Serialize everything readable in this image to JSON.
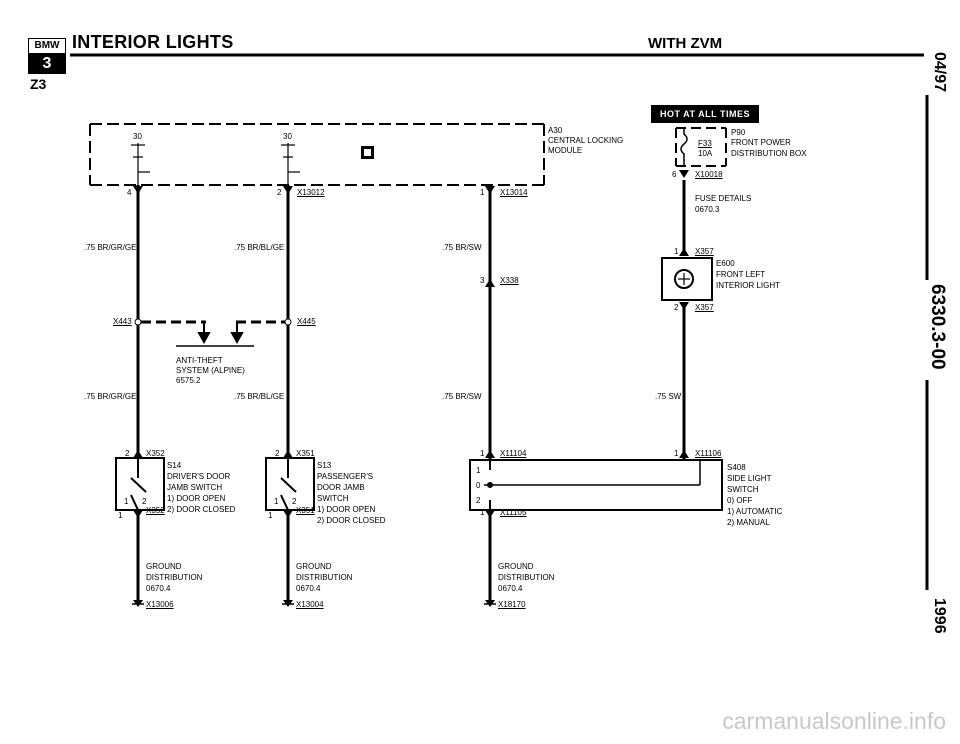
{
  "header": {
    "title": "INTERIOR LIGHTS",
    "subtitle": "WITH ZVM",
    "model": "Z3",
    "logo_text": "BMW",
    "logo_number": "3"
  },
  "sidebar": {
    "date": "04/97",
    "doc_number": "6330.3-00",
    "year": "1996"
  },
  "watermark": "carmanualsonline.info",
  "hot_label": "HOT AT ALL TIMES",
  "module": {
    "code": "A30",
    "line1": "CENTRAL LOCKING",
    "line2": "MODULE",
    "pin_a": "30",
    "pin_b": "30"
  },
  "connectors": {
    "p4": "4",
    "p2": "2",
    "p1": "1",
    "x13012": "X13012",
    "x13014": "X13014",
    "x443": "X443",
    "x445": "X445",
    "x338_pin": "3",
    "x338": "X338",
    "x352_top_pin": "2",
    "x352": "X352",
    "x352_bot_pin": "1",
    "x351_top_pin": "2",
    "x351": "X351",
    "x351_bot_pin": "1",
    "x11104_pin": "1",
    "x11104": "X11104",
    "x11105_pin": "1",
    "x11105": "X11105",
    "x11106_pin": "1",
    "x11106": "X11106",
    "x10018_pin": "6",
    "x10018": "X10018",
    "x357_top_pin": "1",
    "x357": "X357",
    "x357_bot_pin": "2",
    "x357b": "X357"
  },
  "wires": {
    "w1": ".75 BR/GR/GE",
    "w2": ".75 BR/BL/GE",
    "w3": ".75 BR/SW",
    "w4": ".75 BR/GR/GE",
    "w5": ".75 BR/BL/GE",
    "w6": ".75 BR/SW",
    "w7": ".75 SW"
  },
  "anti_theft": {
    "line1": "ANTI-THEFT",
    "line2": "SYSTEM (ALPINE)",
    "line3": "6575.2"
  },
  "s14": {
    "code": "S14",
    "line1": "DRIVER'S DOOR",
    "line2": "JAMB SWITCH",
    "opt1": "1)  DOOR OPEN",
    "opt2": "2)  DOOR CLOSED",
    "pos1": "1",
    "pos2": "2"
  },
  "s13": {
    "code": "S13",
    "line1": "PASSENGER'S",
    "line2": "DOOR JAMB",
    "line3": "SWITCH",
    "opt1": "1)  DOOR OPEN",
    "opt2": "2)  DOOR CLOSED",
    "pos1": "1",
    "pos2": "2"
  },
  "s408": {
    "code": "S408",
    "line1": "SIDE LIGHT",
    "line2": "SWITCH",
    "opt0": "0)  OFF",
    "opt1": "1)  AUTOMATIC",
    "opt2": "2)  MANUAL",
    "pos1": "1",
    "pos0": "0",
    "pos2": "2"
  },
  "p90": {
    "code": "P90",
    "line1": "FRONT POWER",
    "line2": "DISTRIBUTION BOX",
    "fuse": "F33",
    "amps": "10A",
    "fuse_details": "FUSE DETAILS",
    "fuse_ref": "0670.3"
  },
  "e600": {
    "code": "E600",
    "line1": "FRONT LEFT",
    "line2": "INTERIOR LIGHT"
  },
  "grounds": [
    {
      "line1": "GROUND",
      "line2": "DISTRIBUTION",
      "ref": "0670.4",
      "code": "X13006"
    },
    {
      "line1": "GROUND",
      "line2": "DISTRIBUTION",
      "ref": "0670.4",
      "code": "X13004"
    },
    {
      "line1": "GROUND",
      "line2": "DISTRIBUTION",
      "ref": "0670.4",
      "code": "X18170"
    }
  ]
}
